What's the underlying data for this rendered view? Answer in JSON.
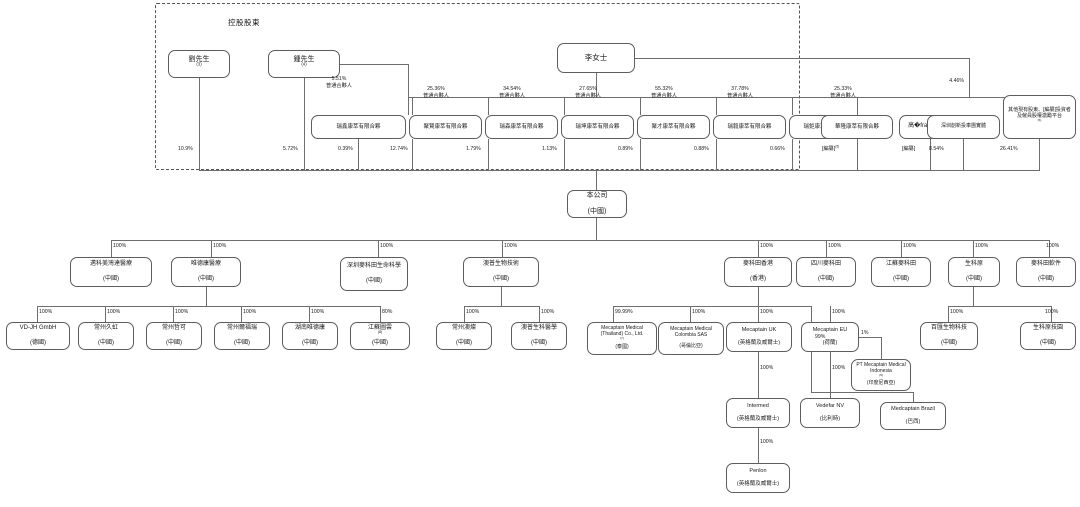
{
  "diagram": {
    "title": "控股股東",
    "type": "corporate-ownership-structure"
  },
  "controlling_shareholders": {
    "label": "控股股東",
    "members": [
      {
        "name": "劉先生",
        "sup": "(3)",
        "stake_to_company": "10.9%"
      },
      {
        "name": "鍾先生",
        "sup": "(4)",
        "stake_to_company": "5.72%"
      },
      {
        "name": "李女士",
        "sup": "",
        "stake_to_company": "4.46%"
      }
    ]
  },
  "partnerships": [
    {
      "name": "瑞鑫康萃有限合夥",
      "gp_pct": "5.51%",
      "gp_label": "普通合夥人",
      "gp_holder": "鍾先生",
      "stake_to_company": "0.39%"
    },
    {
      "name": "聚賢康萃有限合夥",
      "gp_pct": "",
      "gp_label": "",
      "gp_holder": "",
      "stake_to_company": "12.74%"
    },
    {
      "name": "瑞森康萃有限合夥",
      "gp_pct": "25.36%",
      "gp_label": "普通合夥人",
      "gp_holder": "李女士",
      "stake_to_company": "1.79%"
    },
    {
      "name": "瑞坤康萃有限合夥",
      "gp_pct": "34.54%",
      "gp_label": "普通合夥人",
      "gp_holder": "李女士",
      "stake_to_company": "1.13%"
    },
    {
      "name": "聚才康萃有限合夥",
      "gp_pct": "27.65%",
      "gp_label": "普通合夥人",
      "gp_holder": "李女士",
      "stake_to_company": "0.89%"
    },
    {
      "name": "瑞毅康萃有限合夥",
      "gp_pct": "55.32%",
      "gp_label": "普通合夥人",
      "gp_holder": "李女士",
      "stake_to_company": "0.88%"
    },
    {
      "name": "瑞鉅康萃有限合夥",
      "gp_pct": "37.78%",
      "gp_label": "普通合夥人",
      "gp_holder": "李女士",
      "stake_to_company": "0.66%"
    }
  ],
  "other_shareholders": [
    {
      "name": "華隆康萃有限合夥",
      "sup": "",
      "gp_pct": "25.33%",
      "gp_label": "普通合夥人",
      "stake_to_company": "[編纂]",
      "stake_sup": "(5)"
    },
    {
      "name": "高�französ實體",
      "sup": "",
      "gp_pct": "",
      "gp_label": "",
      "stake_to_company": "[編纂]",
      "stake_sup": ""
    },
    {
      "name": "深圳創新投車團實體",
      "sup": "",
      "gp_pct": "",
      "gp_label": "",
      "stake_to_company": "8.54%",
      "stake_sup": ""
    },
    {
      "name": "其他現有股東、[編纂]投資者及僱員股權激勵平台",
      "sup": "(6)",
      "gp_pct": "",
      "gp_label": "",
      "stake_to_company": "26.41%",
      "stake_sup": ""
    }
  ],
  "company": {
    "name": "本公司",
    "jurisdiction": "(中國)"
  },
  "tier2": [
    {
      "name": "邁科美灣達醫療",
      "jurisdiction": "(中國)",
      "pct": "100%"
    },
    {
      "name": "唯德康醫療",
      "jurisdiction": "(中國)",
      "pct": "100%"
    },
    {
      "name": "深圳麥科田生命科學",
      "jurisdiction": "(中國)",
      "pct": "100%"
    },
    {
      "name": "澳普生物技術",
      "jurisdiction": "(中國)",
      "pct": "100%"
    },
    {
      "name": "麥科田香港",
      "jurisdiction": "(香港)",
      "pct": "100%"
    },
    {
      "name": "四川麥科田",
      "jurisdiction": "(中國)",
      "pct": "100%"
    },
    {
      "name": "江蘇麥科田",
      "jurisdiction": "(中國)",
      "pct": "100%"
    },
    {
      "name": "生科原",
      "jurisdiction": "(中國)",
      "pct": "100%"
    },
    {
      "name": "麥科田軟件",
      "jurisdiction": "(中國)",
      "pct": "100%"
    }
  ],
  "weidekang_children": [
    {
      "name": "VD-JH GmbH",
      "jurisdiction": "(德國)",
      "pct": "100%",
      "sup": ""
    },
    {
      "name": "常州久虹",
      "jurisdiction": "(中國)",
      "pct": "100%",
      "sup": ""
    },
    {
      "name": "常州哲可",
      "jurisdiction": "(中國)",
      "pct": "100%",
      "sup": ""
    },
    {
      "name": "常州爾福瑞",
      "jurisdiction": "(中國)",
      "pct": "100%",
      "sup": ""
    },
    {
      "name": "湖南唯德康",
      "jurisdiction": "(中國)",
      "pct": "100%",
      "sup": ""
    },
    {
      "name": "江蘇圖雲",
      "jurisdiction": "(中國)",
      "pct": "80%",
      "sup": "(8)"
    }
  ],
  "aopu_children": [
    {
      "name": "常州澳燦",
      "jurisdiction": "(中國)",
      "pct": "100%"
    },
    {
      "name": "澳普生科醫學",
      "jurisdiction": "(中國)",
      "pct": "100%"
    }
  ],
  "hk_children": [
    {
      "name": "Mecaptain Medical (Thailand) Co., Ltd.",
      "jurisdiction": "(泰國)",
      "pct": "99.99%",
      "sup": "(7)"
    },
    {
      "name": "Mecaptain Medical Colombia SAS",
      "jurisdiction": "(哥倫比亞)",
      "pct": "100%",
      "sup": ""
    },
    {
      "name": "Mecaptain UK",
      "jurisdiction": "(英格蘭及威爾士)",
      "pct": "100%",
      "sup": ""
    },
    {
      "name": "Mecaptain EU",
      "jurisdiction": "(荷蘭)",
      "pct": "100%",
      "sup": ""
    }
  ],
  "deep_children": [
    {
      "name": "Intermed",
      "jurisdiction": "(英格蘭及威爾士)",
      "pct": "100%",
      "parent": "Mecaptain UK"
    },
    {
      "name": "Vedefar NV",
      "jurisdiction": "(比利時)",
      "pct": "100%",
      "parent": "Mecaptain EU"
    },
    {
      "name": "Penlon",
      "jurisdiction": "(英格蘭及威爾士)",
      "pct": "100%",
      "parent": "Intermed"
    },
    {
      "name": "PT Mecaptain Medical Indonesia",
      "jurisdiction": "(印度尼西亞)",
      "pct": "1%",
      "sup": "(9)",
      "parent": "Mecaptain EU"
    },
    {
      "name": "Medcaptain Brazil",
      "jurisdiction": "(巴西)",
      "pct": "99%",
      "parent": "麥科田香港"
    }
  ],
  "shengkeyuan_children": [
    {
      "name": "百匯生物科技",
      "jurisdiction": "(中國)",
      "pct": "100%"
    },
    {
      "name": "生科原技園",
      "jurisdiction": "(中國)",
      "pct": "100%"
    }
  ],
  "misc_pct": {
    "hk_to_brazil": "100%",
    "indonesia_minor": "1%",
    "brazil_major": "99%"
  }
}
